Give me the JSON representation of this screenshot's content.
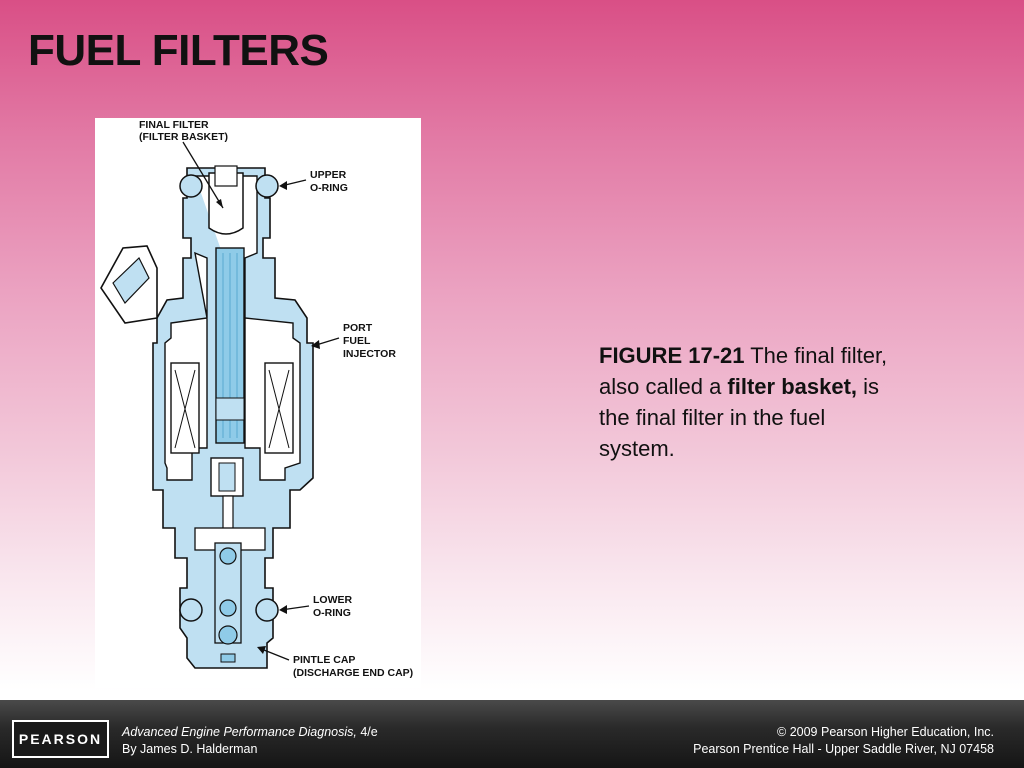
{
  "slide": {
    "title": "FUEL FILTERS"
  },
  "figure": {
    "labels": {
      "final_filter_line1": "FINAL FILTER",
      "final_filter_line2": "(FILTER BASKET)",
      "upper_line1": "UPPER",
      "upper_line2": "O-RING",
      "port_line1": "PORT",
      "port_line2": "FUEL",
      "port_line3": "INJECTOR",
      "lower_line1": "LOWER",
      "lower_line2": "O-RING",
      "pintle_line1": "PINTLE CAP",
      "pintle_line2": "(DISCHARGE END CAP)"
    },
    "colors": {
      "fuel": "#bfe0f2",
      "filter": "#8fcbe8",
      "outline": "#111111"
    }
  },
  "caption": {
    "figure_number": "FIGURE 17-21",
    "text_1": " The final filter, also called a ",
    "bold_term": "filter basket,",
    "text_2": " is the final filter in the fuel system."
  },
  "footer": {
    "logo": "PEARSON",
    "book_title": "Advanced Engine Performance Diagnosis,",
    "edition": " 4/e",
    "author": "By James D. Halderman",
    "copyright": "© 2009 Pearson Higher Education, Inc.",
    "publisher": "Pearson Prentice Hall - Upper Saddle River, NJ 07458"
  }
}
